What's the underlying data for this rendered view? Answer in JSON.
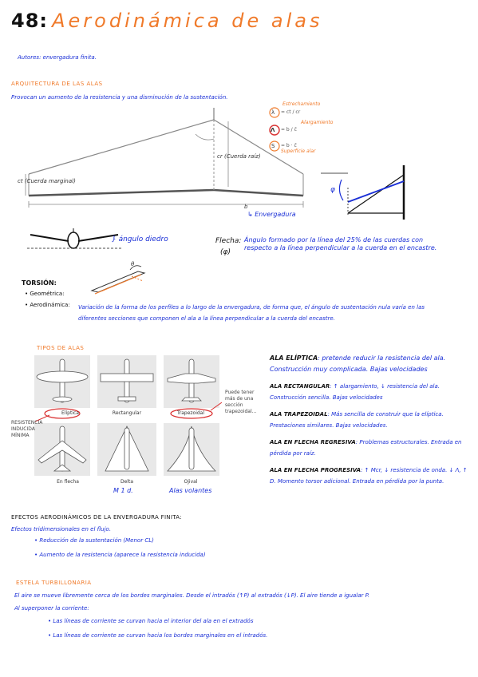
{
  "title": {
    "number": "48:",
    "text": "Aerodinámica de alas"
  },
  "autores": "Autores: envergadura finita.",
  "arquitectura": {
    "heading": "ARQUITECTURA DE LAS ALAS",
    "intro": "Provocan un aumento de la resistencia y una disminución de la sustentación.",
    "labels": {
      "cuerda_raiz": "(Cuerda raíz)",
      "cuerda_marginal": "(Cuerda marginal)",
      "envergadura": "↳ Envergadura",
      "cr": "cr",
      "ct": "ct",
      "b": "b"
    },
    "formulas": {
      "estrechamiento": "Estrechamiento",
      "alargamiento": "Alargamiento",
      "superficie": "Superficie alar",
      "lambda": "λ",
      "Lambda": "Λ",
      "S": "S",
      "f1": "= ct / cr",
      "f2": "= b / c̄",
      "f3": "= b · c̄"
    },
    "phi": "φ"
  },
  "diedro": {
    "label": "} ángulo diedro"
  },
  "flecha": {
    "label": "Flecha:",
    "symbol": "(φ)",
    "text": "Ángulo formado por la línea del 25% de las cuerdas con respecto a la línea perpendicular a la cuerda en el encastre."
  },
  "torsion": {
    "heading": "TORSIÓN:",
    "geometrica": "• Geométrica:",
    "aerodinamica_label": "• Aerodinámica:",
    "aerodinamica_text": "Variación de la forma de los perfiles a lo largo de la envergadura, de forma que, el ángulo de sustentación nula varía en las diferentes secciones que componen el ala a la línea perpendicular a la cuerda del encastre.",
    "theta": "θ"
  },
  "tipos": {
    "heading": "TIPOS DE ALAS",
    "planes": [
      "Elíptica",
      "Rectangular",
      "Trapezoidal",
      "En flecha",
      "Delta",
      "Ojival"
    ],
    "resistencia_note": "RESISTENCIA INDUCIDA MÍNIMA",
    "trapezoidal_note": "Puede tener más de una sección trapezoidal...",
    "md": "M 1 d.",
    "alas_volantes": "Alas volantes",
    "descriptions": [
      {
        "name": "ALA ELÍPTICA",
        "text": ": pretende reducir la resistencia del ala. Construcción muy complicada. Bajas velocidades"
      },
      {
        "name": "ALA RECTANGULAR",
        "text": ": ↑ alargamiento, ↓ resistencia del ala. Construcción sencilla. Bajas velocidades"
      },
      {
        "name": "ALA TRAPEZOIDAL",
        "text": ": Más sencilla de construir que la elíptica. Prestaciones similares. Bajas velocidades."
      },
      {
        "name": "ALA EN FLECHA REGRESIVA",
        "text": ": Problemas estructurales. Entrada en pérdida por raíz."
      },
      {
        "name": "ALA EN FLECHA PROGRESIVA",
        "text": ": ↑ Mcr, ↓ resistencia de onda. ↓ Λ, ↑ D. Momento torsor adicional. Entrada en pérdida por la punta."
      }
    ]
  },
  "efectos": {
    "heading": "EFECTOS AERODINÁMICOS DE LA ENVERGADURA FINITA:",
    "sub": "Efectos tridimensionales en el flujo.",
    "items": [
      "• Reducción de la sustentación (Menor CL)",
      "• Aumento de la resistencia (aparece la resistencia inducida)"
    ]
  },
  "estela": {
    "heading": "ESTELA TURBILLONARIA",
    "line1": "El aire se mueve libremente cerca de los bordes marginales. Desde el intradós (↑P) al extradós (↓P). El aire tiende a igualar P.",
    "line2": "Al superponer la corriente:",
    "items": [
      "• Las líneas de corriente se curvan hacia el interior del ala en el extradós",
      "• Las líneas de corriente se curvan hacia los bordes marginales en el intradós."
    ]
  },
  "colors": {
    "blue": "#1a2fd6",
    "orange": "#f07a2a",
    "red": "#d93030"
  }
}
